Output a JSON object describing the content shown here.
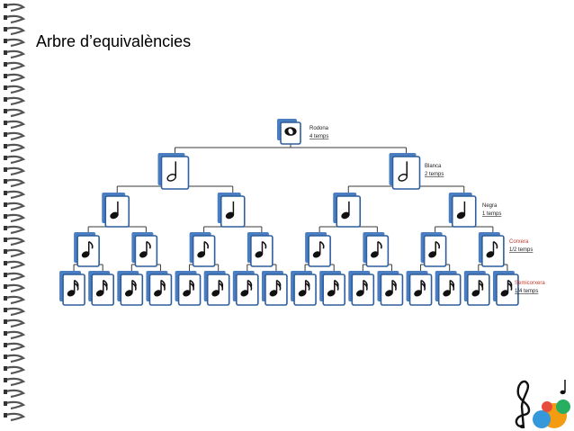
{
  "slide": {
    "title": "Arbre d’equivalències"
  },
  "tree": {
    "levels": [
      {
        "name": "Rodona",
        "beats": "4 temps",
        "note": "whole-note",
        "count": 1
      },
      {
        "name": "Blanca",
        "beats": "2 temps",
        "note": "half-note",
        "count": 2
      },
      {
        "name": "Negra",
        "beats": "1 temps",
        "note": "quarter-note",
        "count": 4
      },
      {
        "name": "Corxera",
        "beats": "1/2 temps",
        "note": "eighth-note",
        "count": 8
      },
      {
        "name": "Semicorxera",
        "beats": "1/4 temps",
        "note": "sixteenth-note",
        "count": 16
      }
    ]
  },
  "colors": {
    "card_shadow": "#4a7ec0",
    "card_border": "#2d5f9e",
    "connector": "#3a3a3a",
    "spiral": "#555555",
    "red_label": "#c0392b"
  },
  "decoration": "music-notes-clef-icon"
}
